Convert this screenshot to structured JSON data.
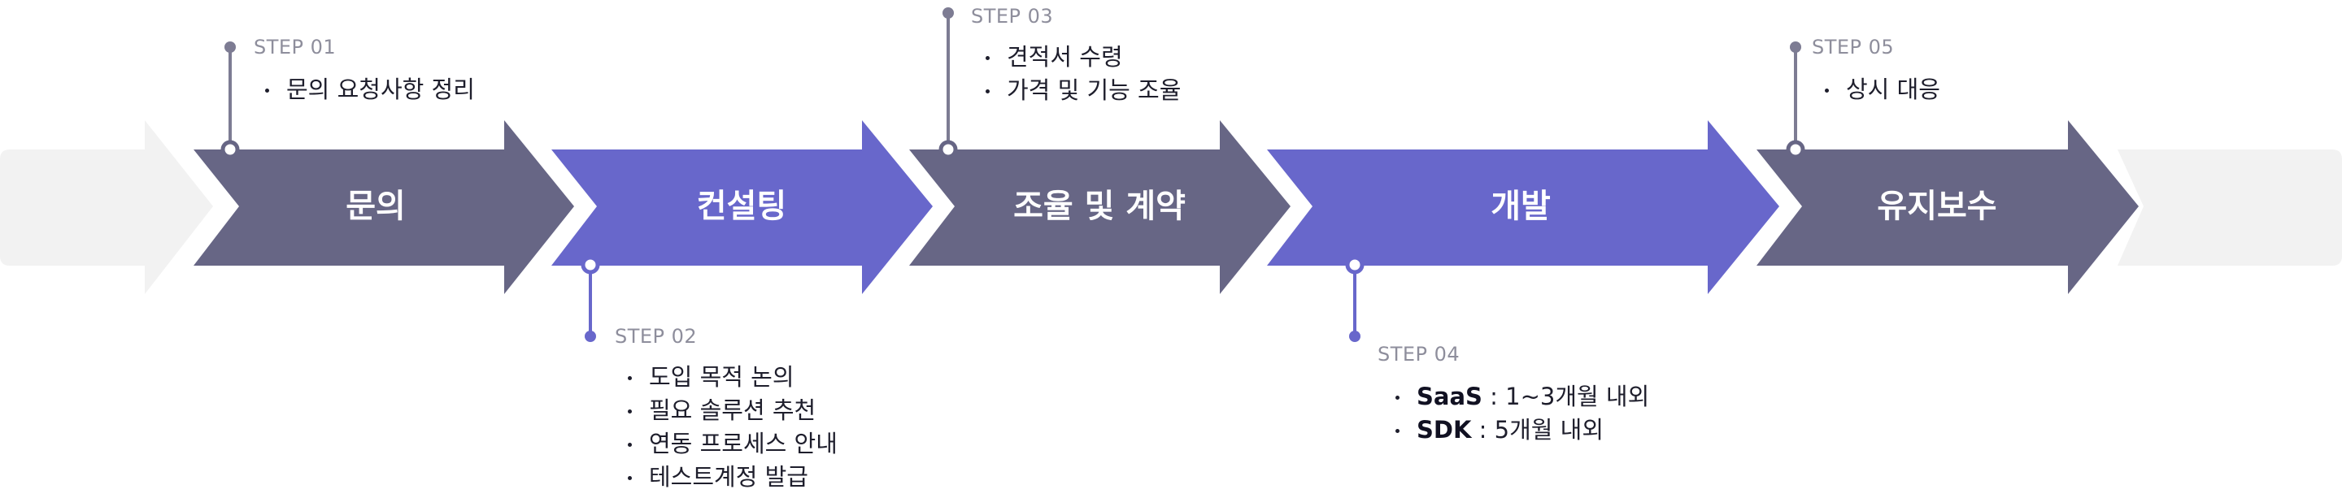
{
  "colors": {
    "dark_arrow": "#676685",
    "accent_arrow": "#6867cb",
    "track": "#f2f2f2",
    "label": "#8e8e9c",
    "text": "#1e1e2c"
  },
  "steps": [
    {
      "title": "문의",
      "label": "STEP 01",
      "bullets": [
        "문의 요청사항 정리"
      ]
    },
    {
      "title": "컨설팅",
      "label": "STEP 02",
      "bullets": [
        "도입 목적 논의",
        "필요 솔루션 추천",
        "연동 프로세스 안내",
        "테스트계정 발급"
      ]
    },
    {
      "title": "조율 및 계약",
      "label": "STEP 03",
      "bullets": [
        "견적서 수령",
        "가격 및 기능 조율"
      ]
    },
    {
      "title": "개발",
      "label": "STEP 04",
      "bullets": [
        {
          "bold": "SaaS",
          "rest": " : 1~3개월 내외"
        },
        {
          "bold": "SDK",
          "rest": " : 5개월 내외"
        }
      ]
    },
    {
      "title": "유지보수",
      "label": "STEP 05",
      "bullets": [
        "상시 대응"
      ]
    }
  ]
}
